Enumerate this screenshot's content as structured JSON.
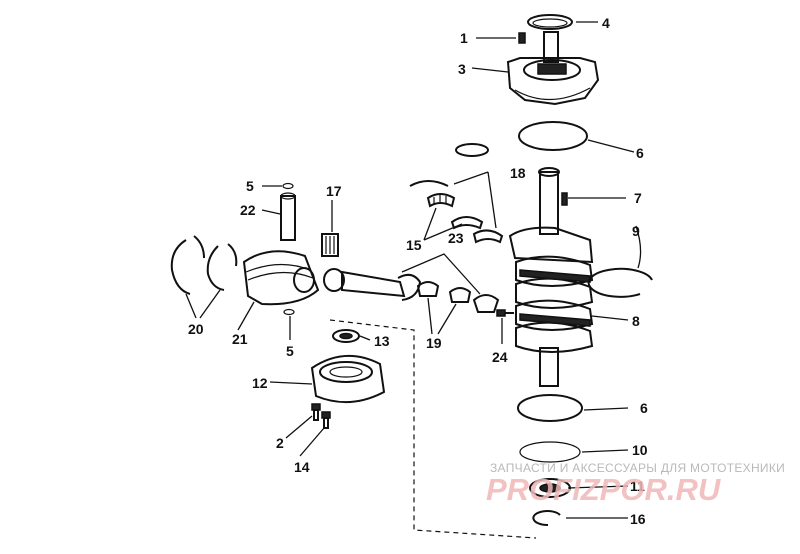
{
  "callouts": {
    "c1": "1",
    "c2": "2",
    "c3": "3",
    "c4": "4",
    "c5a": "5",
    "c5b": "5",
    "c6a": "6",
    "c6b": "6",
    "c7": "7",
    "c8": "8",
    "c9": "9",
    "c10": "10",
    "c11": "11",
    "c12": "12",
    "c13": "13",
    "c14": "14",
    "c15": "15",
    "c16": "16",
    "c17": "17",
    "c18": "18",
    "c19": "19",
    "c20": "20",
    "c21": "21",
    "c22": "22",
    "c23": "23",
    "c24": "24"
  },
  "watermark": {
    "caption": "ЗАПЧАСТИ И АКСЕССУАРЫ ДЛЯ МОТОТЕХНИКИ",
    "brand": "PROFIZPOR.RU"
  },
  "colors": {
    "ink": "#111111",
    "watermark_caption": "#b9b9b9",
    "watermark_brand": "#f0b8b8"
  }
}
